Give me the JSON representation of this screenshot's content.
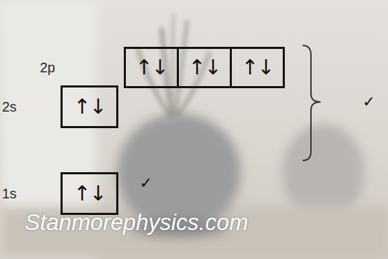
{
  "diagram": {
    "nodes": [
      {
        "text": [
          "↑↓"
        ]
      },
      {
        "text": [
          "↑↓"
        ]
      },
      {
        "text": [
          "↑↓"
        ]
      },
      {
        "text": [
          "↑↓"
        ]
      },
      {
        "text": [
          "↑↓"
        ]
      }
    ],
    "labels": [
      "2p",
      "2s",
      "1s",
      "✓",
      "✓",
      "Stanmorephysics.com"
    ]
  }
}
